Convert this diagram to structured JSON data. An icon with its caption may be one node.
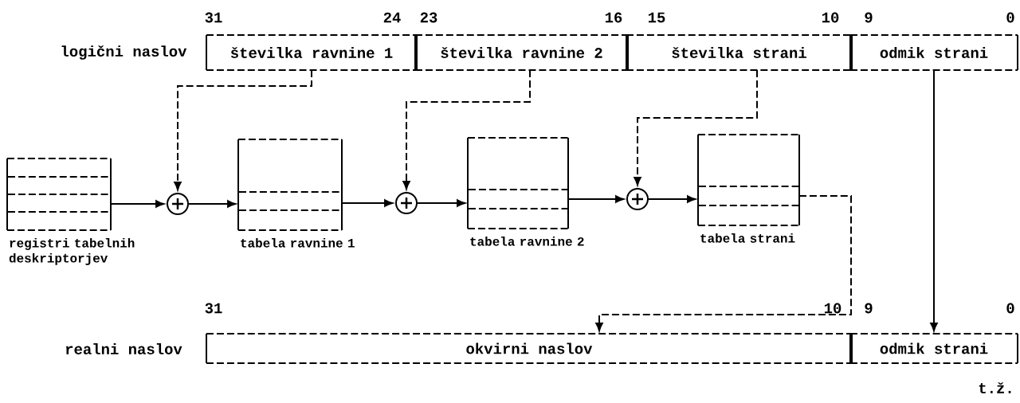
{
  "diagram": {
    "nodes": [
      {
        "text": [
          "številka ravnine 1"
        ]
      },
      {
        "text": [
          "številka ravnine 2"
        ]
      },
      {
        "text": [
          "številka strani"
        ]
      },
      {
        "text": [
          "odmik strani"
        ]
      },
      {
        "text": [],
        "shape": "box",
        "beside": [
          "registri tabelnih deskriptorjev"
        ]
      },
      {
        "text": [],
        "shape": "circle"
      },
      {
        "text": [],
        "shape": "box",
        "beside": [
          "tabela ravnine 1"
        ]
      },
      {
        "text": [],
        "shape": "circle"
      },
      {
        "text": [],
        "shape": "box",
        "beside": [
          "tabela ravnine 2"
        ]
      },
      {
        "text": [],
        "shape": "circle"
      },
      {
        "text": [],
        "shape": "box",
        "beside": [
          "tabela strani"
        ]
      },
      {
        "text": [
          "okvirni naslov"
        ]
      },
      {
        "text": [
          "odmik strani"
        ]
      }
    ],
    "edges": [
      {
        "from": 0,
        "to": 5,
        "arrow": "to",
        "style": "dashed"
      },
      {
        "from": 4,
        "to": 5,
        "arrow": "to"
      },
      {
        "from": 5,
        "to": 6,
        "arrow": "to"
      },
      {
        "from": 1,
        "to": 7,
        "arrow": "to",
        "style": "dashed"
      },
      {
        "from": 6,
        "to": 7,
        "arrow": "to"
      },
      {
        "from": 7,
        "to": 8,
        "arrow": "to"
      },
      {
        "from": 2,
        "to": 9,
        "arrow": "to",
        "style": "dashed"
      },
      {
        "from": 8,
        "to": 9,
        "arrow": "to"
      },
      {
        "from": 9,
        "to": 10,
        "arrow": "to"
      },
      {
        "from": 10,
        "to": 11,
        "arrow": "to",
        "style": "dashed"
      },
      {
        "from": 3,
        "to": 12,
        "arrow": "to"
      }
    ],
    "labels": [
      "31",
      "24",
      "23",
      "16",
      "15",
      "10",
      "9",
      "0",
      "logični naslov",
      "31",
      "10",
      "9",
      "0",
      "realni naslov",
      "t.ž."
    ]
  }
}
